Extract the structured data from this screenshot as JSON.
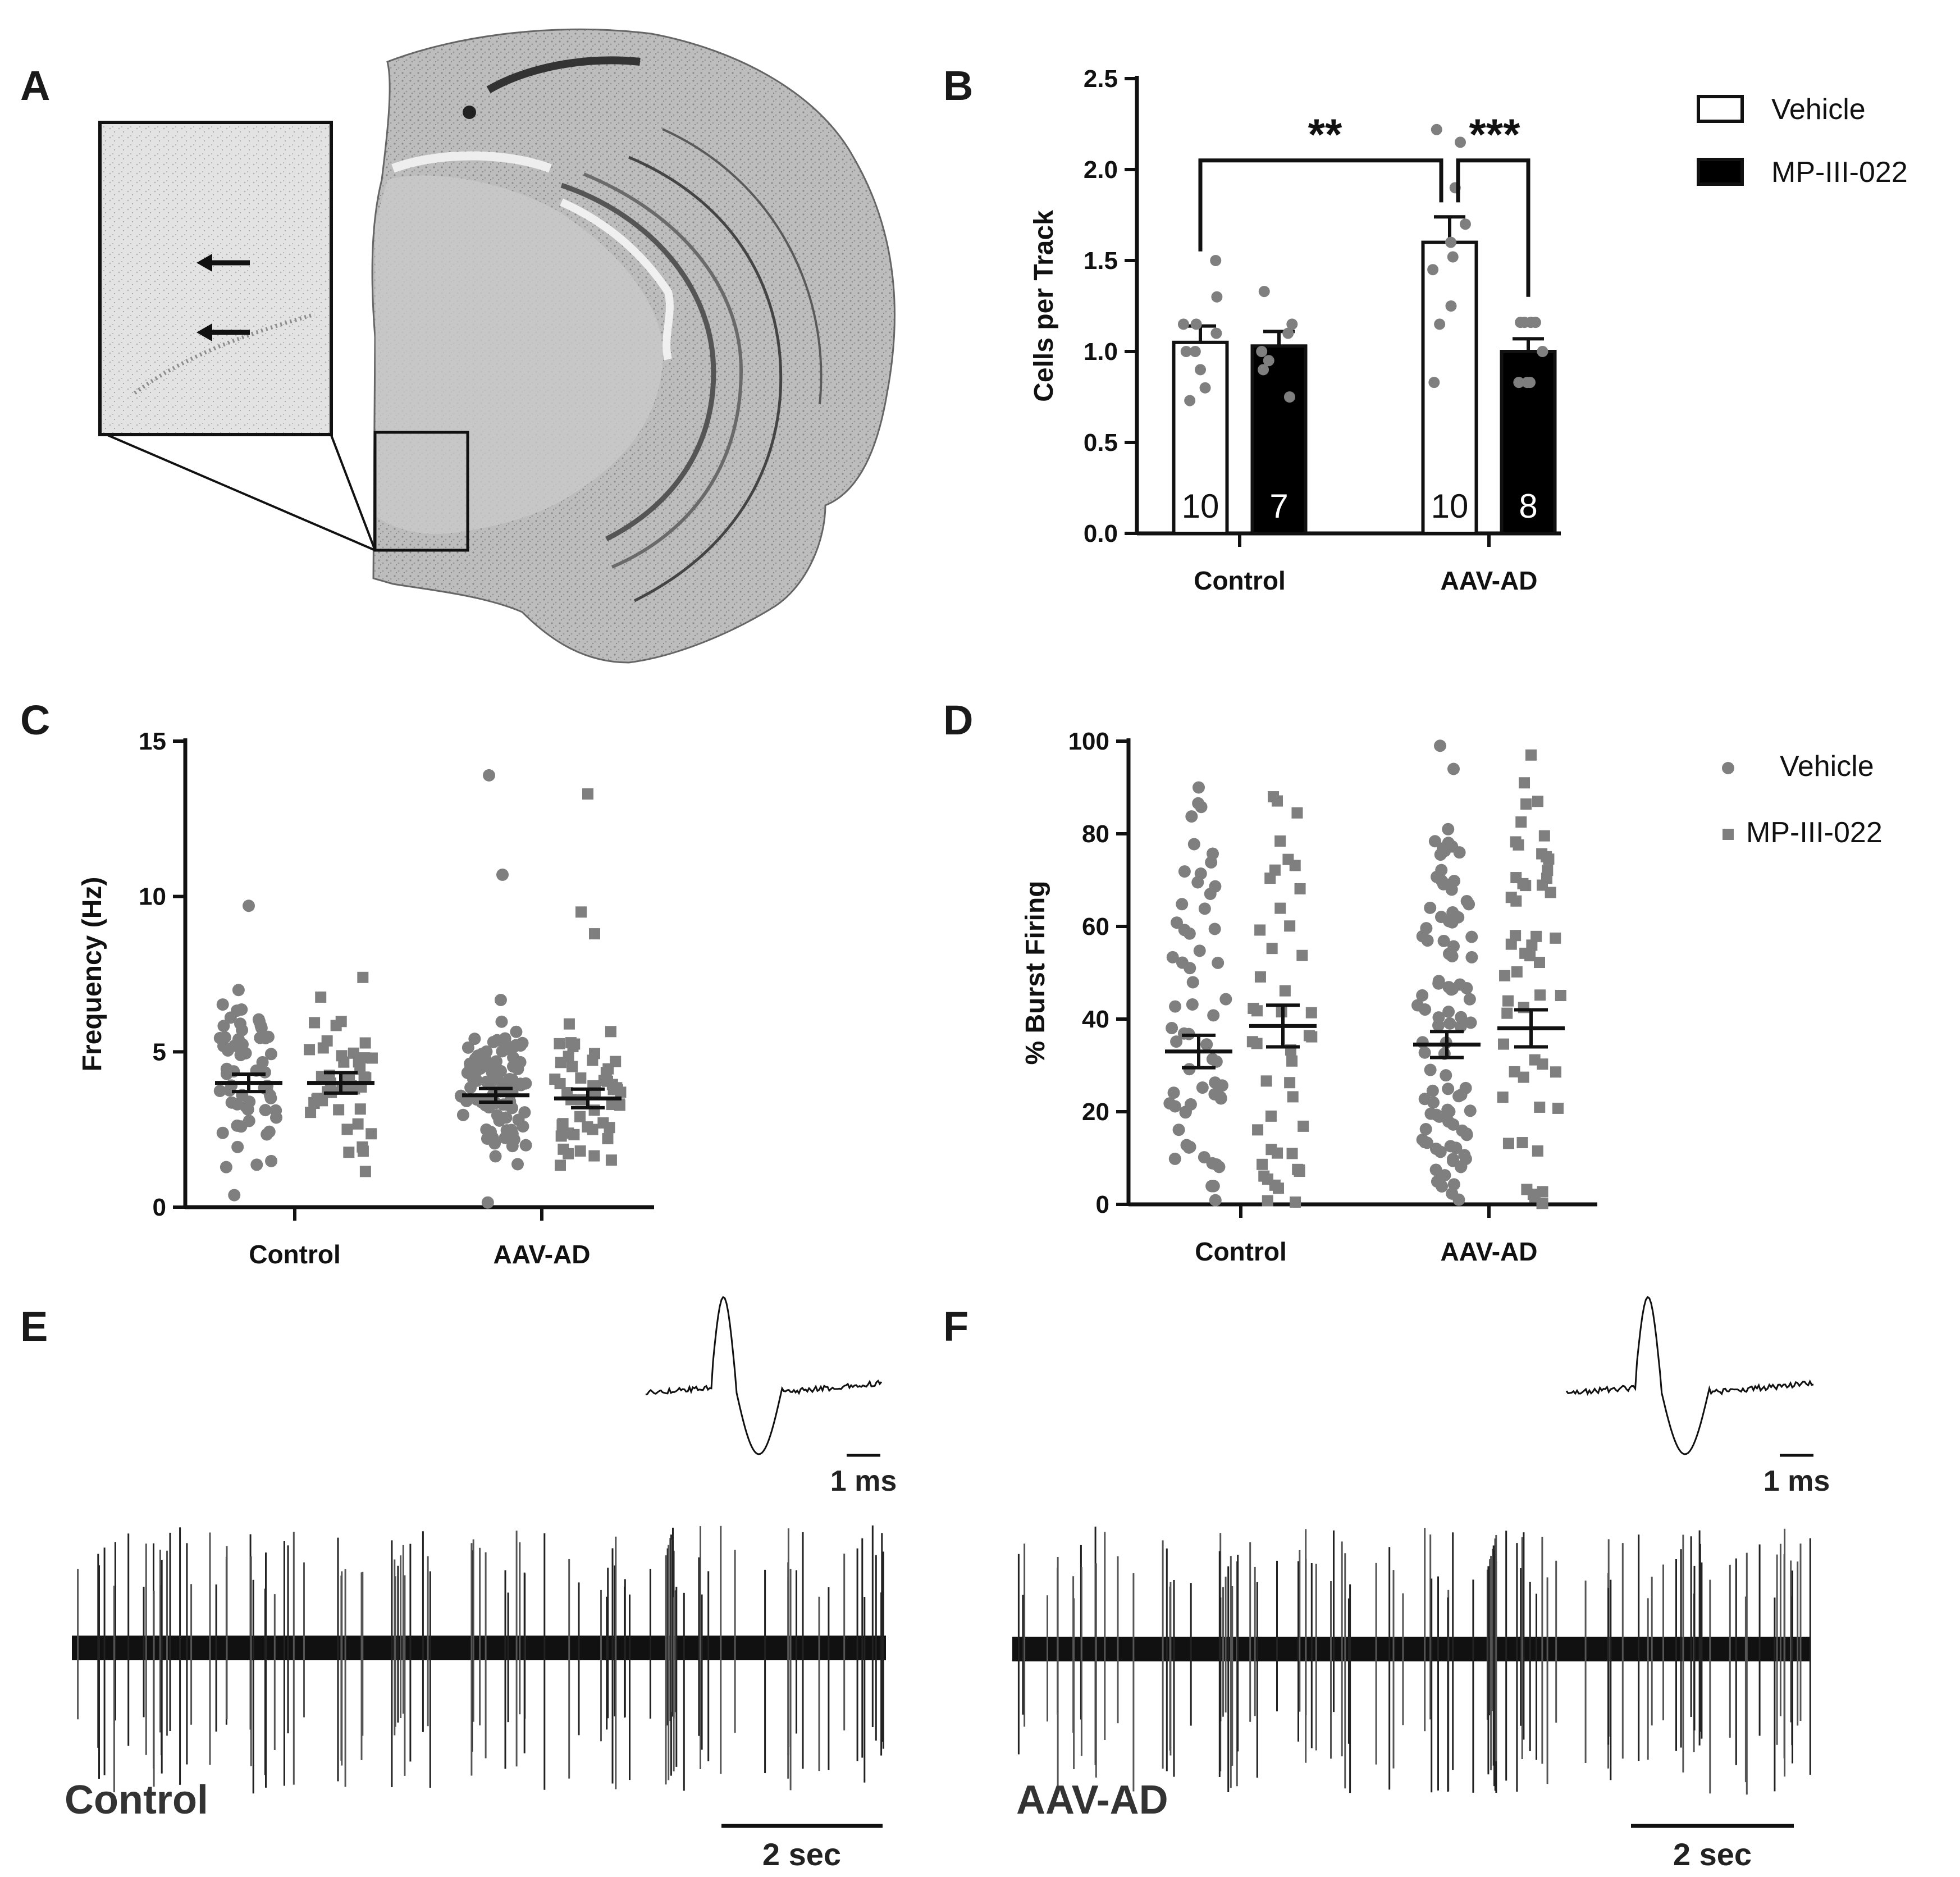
{
  "panels": {
    "A": {
      "label": "A"
    },
    "B": {
      "label": "B"
    },
    "C": {
      "label": "C"
    },
    "D": {
      "label": "D"
    },
    "E": {
      "label": "E",
      "trace_label": "Control",
      "time_scale": "2 sec",
      "spike_scale": "1 ms"
    },
    "F": {
      "label": "F",
      "trace_label": "AAV-AD",
      "time_scale": "2 sec",
      "spike_scale": "1 ms"
    }
  },
  "colors": {
    "vehicle_fill": "#ffffff",
    "mp_fill": "#000000",
    "dot_gray": "#7f7f7f",
    "sig_gray": "#8c8c8c"
  },
  "chart_data": [
    {
      "id": "B",
      "type": "bar",
      "ylabel": "Cells per Track",
      "ylim": [
        0,
        2.5
      ],
      "yticks": [
        "0.0",
        "0.5",
        "1.0",
        "1.5",
        "2.0",
        "2.5"
      ],
      "categories": [
        "Control",
        "AAV-AD"
      ],
      "legend": {
        "position": "top-right",
        "entries": [
          "Vehicle",
          "MP-III-022"
        ]
      },
      "series": [
        {
          "name": "Vehicle",
          "values": [
            1.05,
            1.6
          ],
          "sem": [
            0.09,
            0.14
          ],
          "n": [
            "10",
            "10"
          ],
          "points": [
            [
              1.5,
              1.3,
              1.15,
              1.15,
              1.1,
              1.0,
              1.0,
              0.9,
              0.8,
              0.73
            ],
            [
              2.22,
              2.15,
              1.9,
              1.7,
              1.6,
              1.52,
              1.45,
              1.25,
              1.15,
              0.83
            ]
          ]
        },
        {
          "name": "MP-III-022",
          "values": [
            1.03,
            1.0
          ],
          "sem": [
            0.08,
            0.07
          ],
          "n": [
            "7",
            "8"
          ],
          "points": [
            [
              1.33,
              1.15,
              1.1,
              1.0,
              0.95,
              0.9,
              0.75
            ],
            [
              1.16,
              1.16,
              1.16,
              1.16,
              1.0,
              0.83,
              0.83,
              0.83
            ]
          ]
        }
      ],
      "significance": [
        {
          "label": "**",
          "between": "Control Vehicle vs AAV-AD Vehicle"
        },
        {
          "label": "***",
          "between": "AAV-AD Vehicle vs AAV-AD MP-III-022"
        }
      ]
    },
    {
      "id": "C",
      "type": "scatter",
      "ylabel": "Frequency (Hz)",
      "ylim": [
        0,
        15
      ],
      "yticks": [
        "0",
        "5",
        "10",
        "15"
      ],
      "categories": [
        "Control",
        "AAV-AD"
      ],
      "series": [
        {
          "name": "Vehicle",
          "means": [
            4.0,
            3.6
          ],
          "sem": [
            0.28,
            0.22
          ]
        },
        {
          "name": "MP-III-022",
          "means": [
            4.0,
            3.5
          ],
          "sem": [
            0.33,
            0.3
          ]
        }
      ],
      "notable_points": [
        13.9,
        13.3,
        10.7,
        9.5,
        9.7,
        8.8
      ]
    },
    {
      "id": "D",
      "type": "scatter",
      "ylabel": "% Burst Firing",
      "ylim": [
        0,
        100
      ],
      "yticks": [
        "0",
        "20",
        "40",
        "60",
        "80",
        "100"
      ],
      "categories": [
        "Control",
        "AAV-AD"
      ],
      "legend": {
        "position": "top-right",
        "entries": [
          "Vehicle",
          "MP-III-022"
        ]
      },
      "series": [
        {
          "name": "Vehicle",
          "means": [
            33,
            34.5
          ],
          "sem": [
            3.5,
            2.8
          ]
        },
        {
          "name": "MP-III-022",
          "means": [
            38.5,
            38
          ],
          "sem": [
            4.5,
            4
          ]
        }
      ],
      "notable_points": [
        99,
        97,
        94,
        91,
        90,
        87
      ]
    }
  ]
}
